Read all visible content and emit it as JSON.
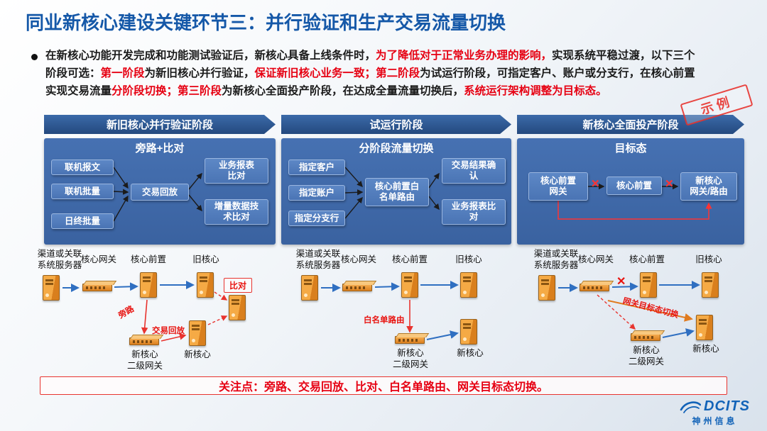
{
  "title": "同业新核心建设关键环节三：并行验证和生产交易流量切换",
  "intro": {
    "lines": [
      [
        {
          "text": "在新核心功能开发完成和功能测试验证后，新核心具备上线条件时，",
          "red": false
        },
        {
          "text": "为了降低对于正常业务办理的影响，",
          "red": true
        },
        {
          "text": "实现系统平稳过渡，以下三个",
          "red": false
        }
      ],
      [
        {
          "text": "阶段可选：",
          "red": false
        },
        {
          "text": "第一阶段",
          "red": true
        },
        {
          "text": "为新旧核心并行验证，",
          "red": false
        },
        {
          "text": "保证新旧核心业务一致；",
          "red": true
        },
        {
          "text": "第二阶段",
          "red": true
        },
        {
          "text": "为试运行阶段，可指定客户、账户或分支行，在核心前置",
          "red": false
        }
      ],
      [
        {
          "text": "实现交易流量",
          "red": false
        },
        {
          "text": "分阶段切换；",
          "red": true
        },
        {
          "text": "第三阶段",
          "red": true
        },
        {
          "text": "为新核心全面投产阶段，在达成全量流量切换后，",
          "red": false
        },
        {
          "text": "系统运行架构调整为目标态。",
          "red": true
        }
      ]
    ]
  },
  "stamp_text": "示例",
  "icons": {
    "disconnect": "✕"
  },
  "phases": [
    {
      "arrow_label": "新旧核心并行验证阶段",
      "panel_title": "旁路+比对",
      "boxes": {
        "b1": "联机报文",
        "b2": "联机批量",
        "b3": "日终批量",
        "center": "交易回放",
        "r1": "业务报表\n比对",
        "r2": "增量数据技\n术比对"
      }
    },
    {
      "arrow_label": "试运行阶段",
      "panel_title": "分阶段流量切换",
      "boxes": {
        "b1": "指定客户",
        "b2": "指定账户",
        "b3": "指定分支行",
        "center": "核心前置白\n名单路由",
        "r1": "交易结果确\n认",
        "r2": "业务报表比\n对"
      }
    },
    {
      "arrow_label": "新核心全面投产阶段",
      "panel_title": "目标态",
      "boxes": {
        "f1": "核心前置\n网关",
        "f2": "核心前置",
        "f3": "新核心\n网关/路由"
      }
    }
  ],
  "diagram1": {
    "source": "渠道或关联\n系统服务器",
    "gateway": "核心网关",
    "front": "核心前置",
    "old_core": "旧核心",
    "compare": "比对",
    "bypass": "旁路",
    "replay": "交易回放",
    "l2_gateway": "新核心\n二级网关",
    "new_core": "新核心"
  },
  "diagram2": {
    "source": "渠道或关联\n系统服务器",
    "gateway": "核心网关",
    "front": "核心前置",
    "old_core": "旧核心",
    "whitelist": "白名单路由",
    "l2_gateway": "新核心\n二级网关",
    "new_core": "新核心"
  },
  "diagram3": {
    "source": "渠道或关联\n系统服务器",
    "gateway": "核心网关",
    "front": "核心前置",
    "old_core": "旧核心",
    "target_switch": "网关目标态切换",
    "l2_gateway": "新核心\n二级网关",
    "new_core": "新核心"
  },
  "note": "关注点：旁路、交易回放、比对、白名单路由、网关目标态切换。",
  "logo": {
    "brand": "DCITS",
    "company": "神州信息"
  },
  "colors": {
    "title_blue": "#1558a8",
    "red": "#e60012",
    "panel_blue": "#3f6cae",
    "arrow_blue": "#2f6fc1",
    "orange": "#e07b1f"
  }
}
